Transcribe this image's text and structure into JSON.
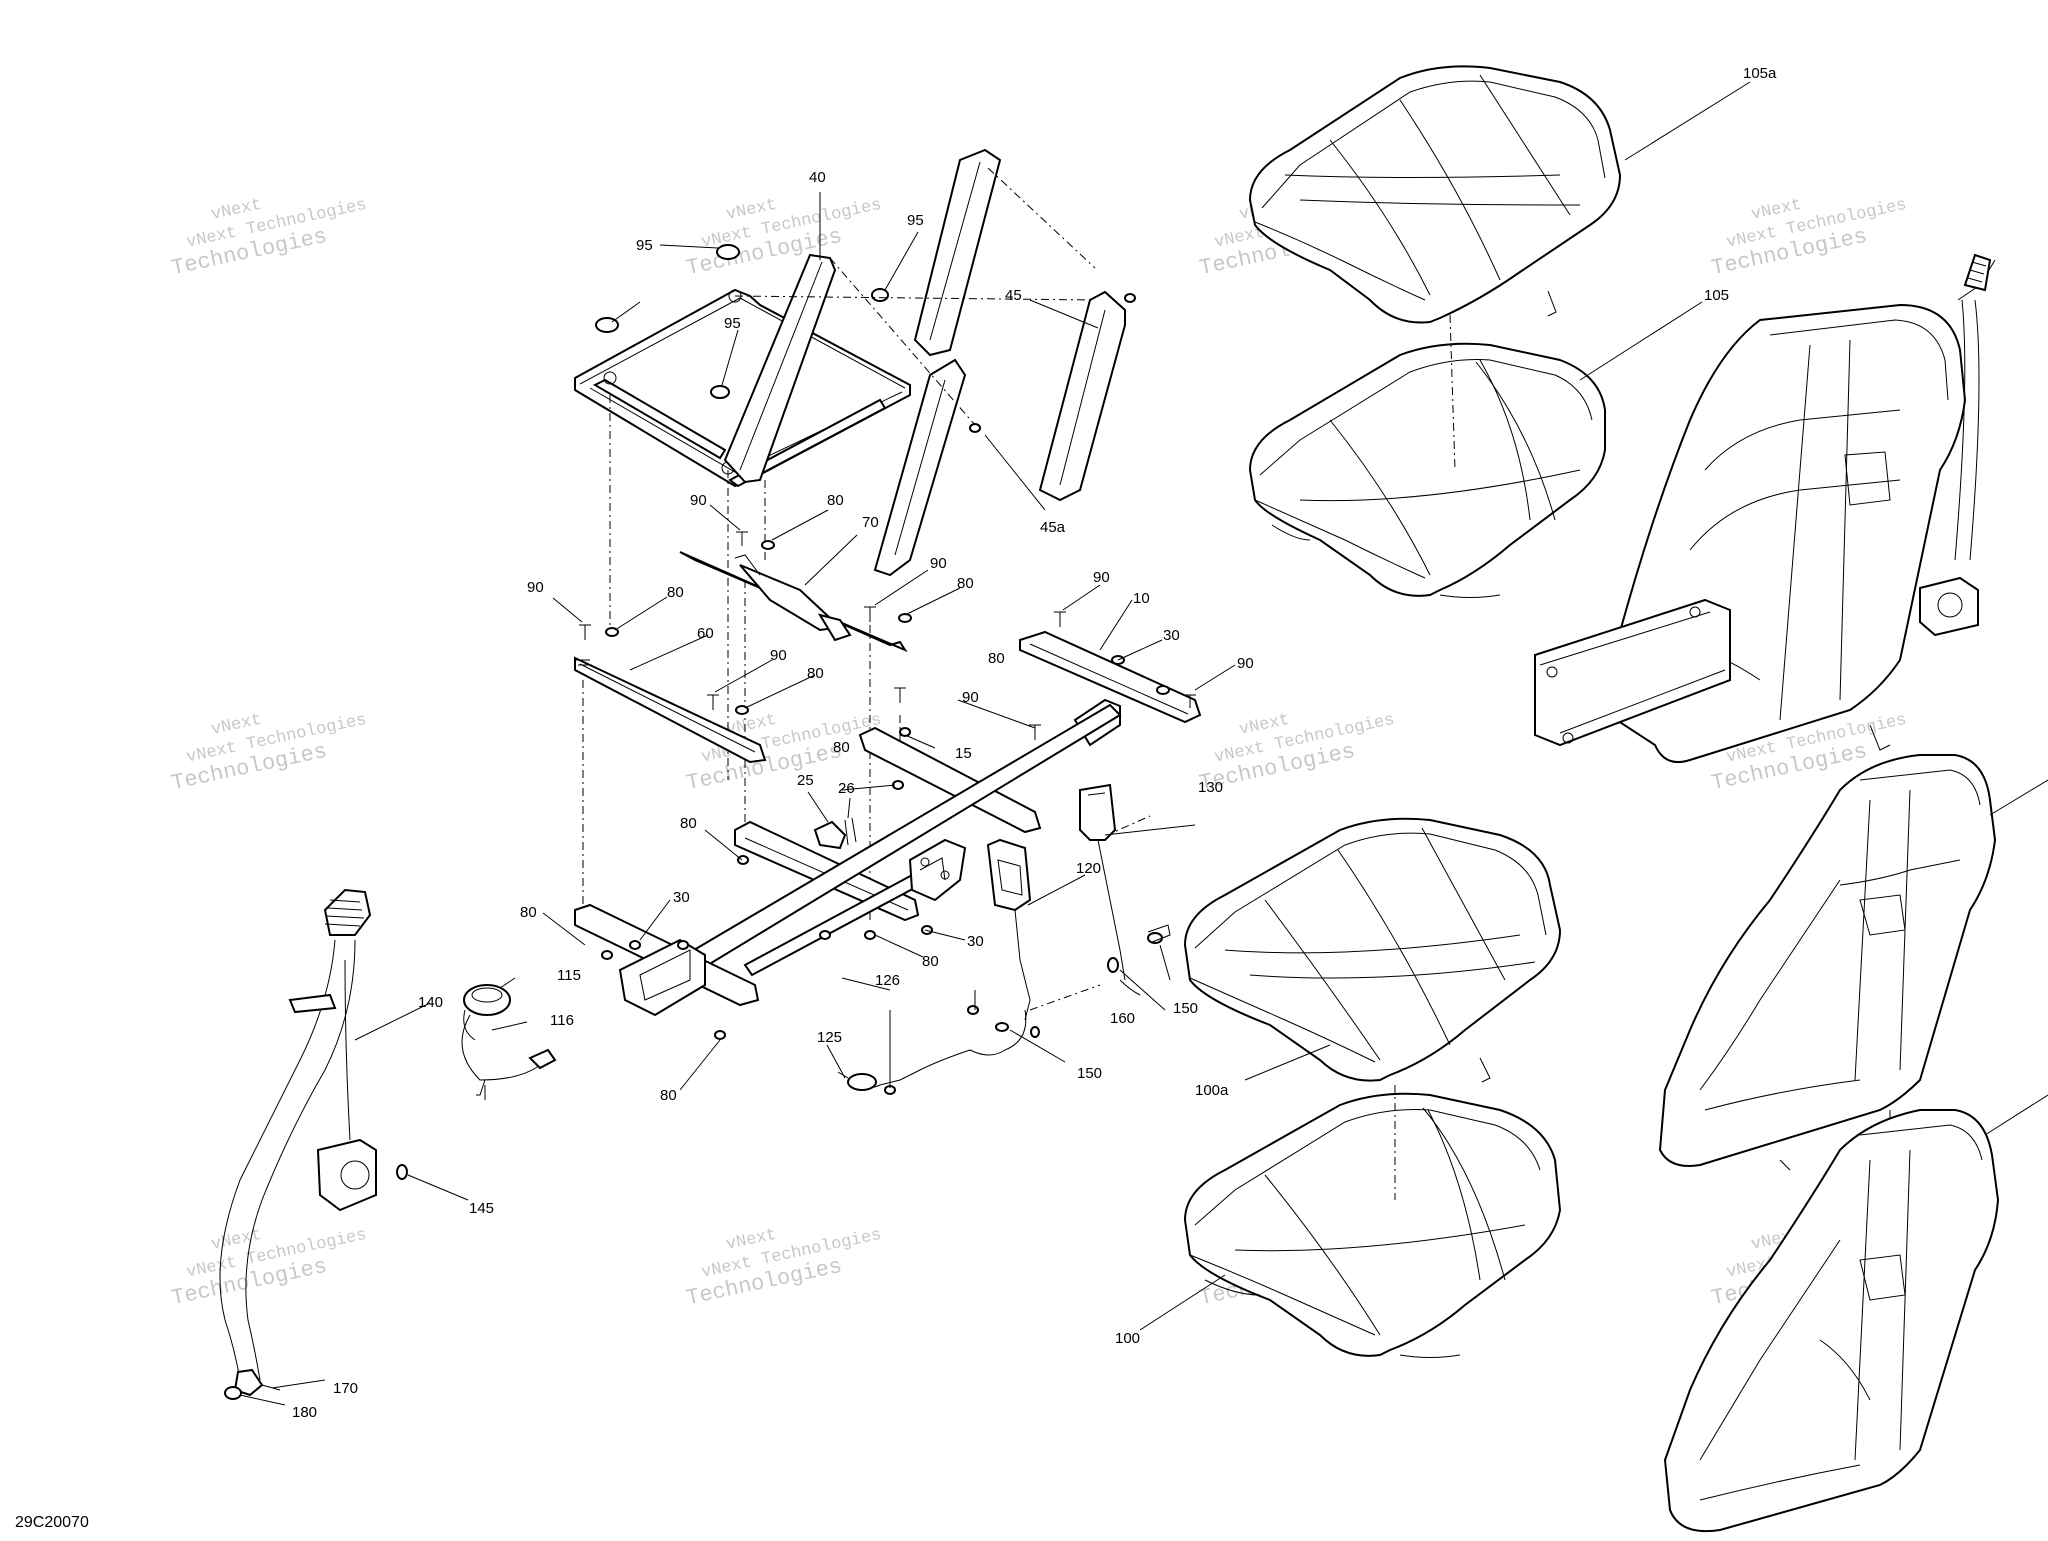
{
  "diagram": {
    "code": "29C20070",
    "watermark_line1": "vNext",
    "watermark_line2": "vNext Technologies",
    "watermark_line3": "Technologies",
    "labels": {
      "l105a": "105a",
      "l105": "105",
      "l40": "40",
      "l95a": "95",
      "l95b": "95",
      "l95c": "95",
      "l45": "45",
      "l45a": "45a",
      "l90a": "90",
      "l80a": "80",
      "l70": "70",
      "l90b": "90",
      "l80b": "80",
      "l90c": "90",
      "l80c": "80",
      "l60": "60",
      "l90d": "90",
      "l80d": "80",
      "l90e": "90",
      "l10": "10",
      "l80e": "80",
      "l30a": "30",
      "l90f": "90",
      "l15": "15",
      "l80f": "80",
      "l25": "25",
      "l26": "26",
      "l130": "130",
      "l80g": "80",
      "l120": "120",
      "l80h": "80",
      "l30b": "30",
      "l30c": "30",
      "l80i": "80",
      "l115": "115",
      "l116": "116",
      "l140": "140",
      "l126": "126",
      "l160": "160",
      "l150a": "150",
      "l150b": "150",
      "l125": "125",
      "l80j": "80",
      "l100a": "100a",
      "l145": "145",
      "l100": "100",
      "l170": "170",
      "l180": "180"
    }
  }
}
